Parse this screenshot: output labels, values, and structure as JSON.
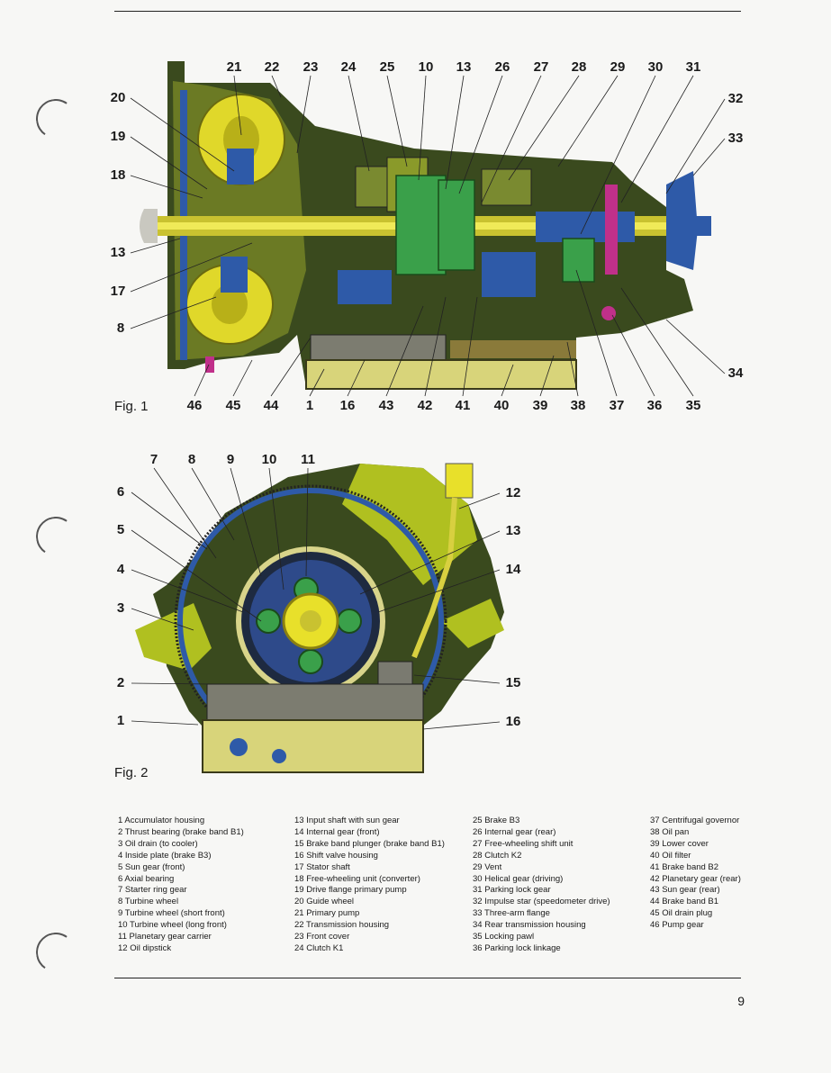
{
  "figures": {
    "fig1_caption": "Fig. 1",
    "fig2_caption": "Fig. 2"
  },
  "fig1": {
    "top_numbers": [
      "21",
      "22",
      "23",
      "24",
      "25",
      "10",
      "13",
      "26",
      "27",
      "28",
      "29",
      "30",
      "31"
    ],
    "left_numbers": [
      "20",
      "19",
      "18",
      "13",
      "17",
      "8"
    ],
    "right_numbers": [
      "32",
      "33",
      "34"
    ],
    "bottom_numbers": [
      "46",
      "45",
      "44",
      "1",
      "16",
      "43",
      "42",
      "41",
      "40",
      "39",
      "38",
      "37",
      "36",
      "35"
    ]
  },
  "fig2": {
    "top_numbers": [
      "7",
      "8",
      "9",
      "10",
      "11"
    ],
    "left_numbers": [
      "6",
      "5",
      "4",
      "3",
      "2",
      "1"
    ],
    "right_numbers": [
      "12",
      "13",
      "14",
      "15",
      "16"
    ]
  },
  "legend": {
    "col1": [
      "1 Accumulator housing",
      "2 Thrust bearing (brake band B1)",
      "3 Oil drain (to cooler)",
      "4 Inside plate (brake B3)",
      "5 Sun gear (front)",
      "6 Axial bearing",
      "7 Starter ring gear",
      "8 Turbine wheel",
      "9 Turbine wheel (short front)",
      "10 Turbine wheel (long front)",
      "11 Planetary gear carrier",
      "12 Oil dipstick"
    ],
    "col2": [
      "13 Input shaft with sun gear",
      "14 Internal gear (front)",
      "15 Brake band plunger (brake band B1)",
      "16 Shift valve housing",
      "17 Stator shaft",
      "18 Free-wheeling unit (converter)",
      "19 Drive flange primary pump",
      "20 Guide wheel",
      "21 Primary pump",
      "22 Transmission housing",
      "23 Front cover",
      "24 Clutch K1"
    ],
    "col3": [
      "25 Brake B3",
      "26 Internal gear (rear)",
      "27 Free-wheeling shift unit",
      "28 Clutch K2",
      "29 Vent",
      "30 Helical gear (driving)",
      "31 Parking lock gear",
      "32 Impulse star (speedometer drive)",
      "33 Three-arm flange",
      "34 Rear transmission housing",
      "35 Locking pawl",
      "36 Parking lock linkage"
    ],
    "col4": [
      "37 Centrifugal governor",
      "38 Oil pan",
      "39 Lower cover",
      "40 Oil filter",
      "41 Brake band B2",
      "42 Planetary gear (rear)",
      "43 Sun gear (rear)",
      "44 Brake band B1",
      "45 Oil drain plug",
      "46 Pump gear"
    ]
  },
  "page_number": "9",
  "colors": {
    "casing": "#3a4a1e",
    "olive": "#8a9a2a",
    "yellow": "#e8e02a",
    "blue": "#2e5aa8",
    "green": "#3aa04a",
    "magenta": "#c0308a",
    "dark": "#1e2412"
  }
}
